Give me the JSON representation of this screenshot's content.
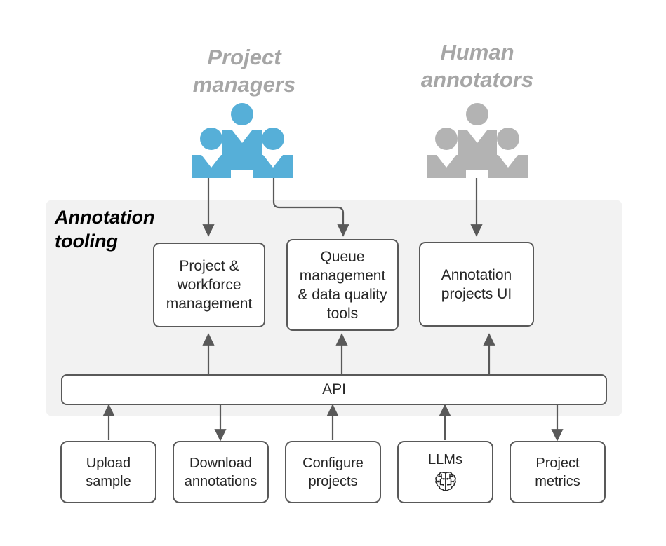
{
  "diagram": {
    "title_groups": [
      {
        "id": "project-managers",
        "label": "Project\nmanagers",
        "color": "#a6a6a6"
      },
      {
        "id": "human-annotators",
        "label": "Human\nannotators",
        "color": "#a6a6a6"
      }
    ],
    "actors": [
      {
        "id": "project-managers-people",
        "icon": "people-group-icon",
        "color": "#56afd8"
      },
      {
        "id": "human-annotators-people",
        "icon": "people-group-icon",
        "color": "#b3b3b3"
      }
    ],
    "panel": {
      "label": "Annotation\ntooling",
      "background": "#f2f2f2"
    },
    "tooling_nodes": [
      {
        "id": "project-workforce-management",
        "label": "Project &\nworkforce\nmanagement"
      },
      {
        "id": "queue-management",
        "label": "Queue\nmanagement\n& data quality\ntools"
      },
      {
        "id": "annotation-projects-ui",
        "label": "Annotation\nprojects UI"
      }
    ],
    "api": {
      "label": "API"
    },
    "external_nodes": [
      {
        "id": "upload-sample",
        "label": "Upload\nsample",
        "icon": null,
        "flow": "up"
      },
      {
        "id": "download-annotations",
        "label": "Download\nannotations",
        "icon": null,
        "flow": "down"
      },
      {
        "id": "configure-projects",
        "label": "Configure\nprojects",
        "icon": null,
        "flow": "up"
      },
      {
        "id": "llms",
        "label": "LLMs",
        "icon": "brain-circuit-icon",
        "flow": "up"
      },
      {
        "id": "project-metrics",
        "label": "Project\nmetrics",
        "icon": null,
        "flow": "down"
      }
    ],
    "colors": {
      "accent_blue": "#56afd8",
      "neutral_gray": "#b3b3b3",
      "stroke": "#595959",
      "panel_bg": "#f2f2f2",
      "text": "#262626"
    }
  }
}
